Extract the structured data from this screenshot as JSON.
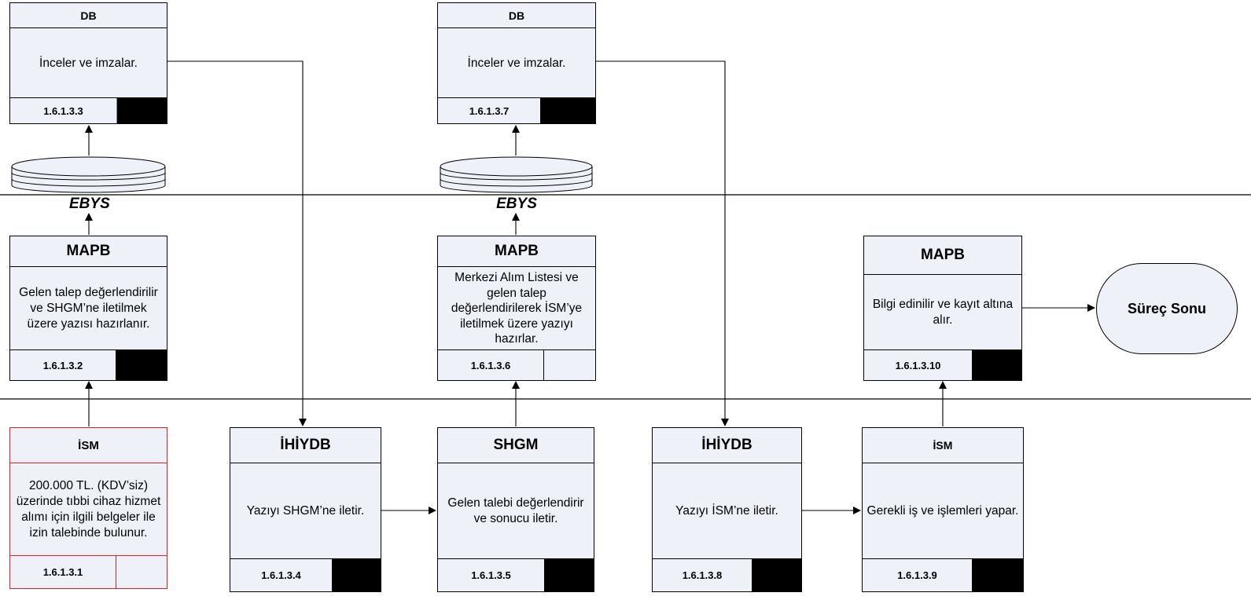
{
  "swimlanes": {
    "ebys_label_1": "EBYS",
    "ebys_label_2": "EBYS"
  },
  "steps": {
    "s1": {
      "owner": "İSM",
      "text": "200.000 TL. (KDV’siz) üzerinde tıbbi cihaz hizmet alımı için ilgili belgeler ile izin talebinde bulunur.",
      "code": "1.6.1.3.1"
    },
    "s2": {
      "owner": "MAPB",
      "text": "Gelen talep değerlendirilir ve SHGM’ne iletilmek üzere yazısı hazırlanır.",
      "code": "1.6.1.3.2"
    },
    "s3": {
      "owner": "DB",
      "text": "İnceler ve imzalar.",
      "code": "1.6.1.3.3"
    },
    "s4": {
      "owner": "İHİYDB",
      "text": "Yazıyı SHGM’ne iletir.",
      "code": "1.6.1.3.4"
    },
    "s5": {
      "owner": "SHGM",
      "text": "Gelen talebi değerlendirir ve sonucu iletir.",
      "code": "1.6.1.3.5"
    },
    "s6": {
      "owner": "MAPB",
      "text": "Merkezi Alım Listesi ve gelen talep değerlendirilerek İSM’ye iletilmek üzere yazıyı hazırlar.",
      "code": "1.6.1.3.6"
    },
    "s7": {
      "owner": "DB",
      "text": "İnceler ve imzalar.",
      "code": "1.6.1.3.7"
    },
    "s8": {
      "owner": "İHİYDB",
      "text": "Yazıyı İSM’ne iletir.",
      "code": "1.6.1.3.8"
    },
    "s9": {
      "owner": "İSM",
      "text": "Gerekli iş ve işlemleri yapar.",
      "code": "1.6.1.3.9"
    },
    "s10": {
      "owner": "MAPB",
      "text": "Bilgi edinilir ve kayıt altına alır.",
      "code": "1.6.1.3.10"
    }
  },
  "terminal": {
    "label": "Süreç Sonu"
  },
  "colors": {
    "box_fill": "#eef1f8",
    "outline": "#000000",
    "highlight_outline": "#e02020",
    "status_block": "#000000"
  }
}
